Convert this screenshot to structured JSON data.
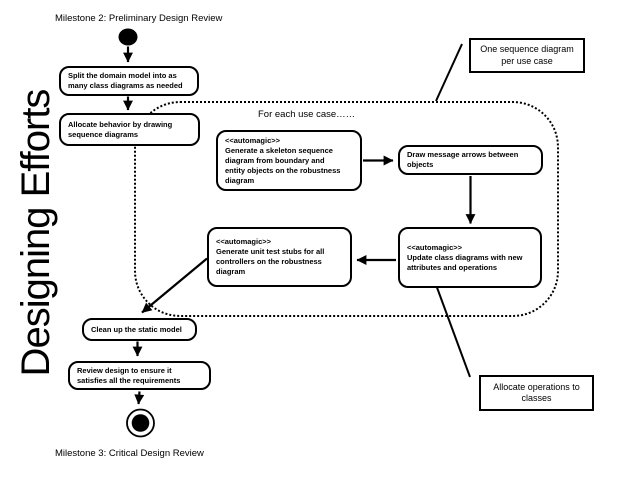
{
  "title": "Designing Efforts",
  "milestones": {
    "start": "Milestone 2: Preliminary Design Review",
    "end": "Milestone 3: Critical Design Review"
  },
  "region": {
    "label": "For each use case……"
  },
  "activities": {
    "split": "Split the domain model into as\nmany class diagrams as needed",
    "allocate": "Allocate behavior by drawing\nsequence diagrams",
    "skeleton": {
      "stereotype": "<<automagic>>",
      "text": "Generate a skeleton sequence\ndiagram from boundary and\nentity objects on the robustness\ndiagram"
    },
    "draw": "Draw message arrows between\nobjects",
    "update": {
      "stereotype": "<<automagic>>",
      "text": "Update class diagrams with new\nattributes and operations"
    },
    "stubs": {
      "stereotype": "<<automagic>>",
      "text": "Generate unit test stubs for all\ncontrollers on the robustness\ndiagram"
    },
    "cleanup": "Clean up the static model",
    "review": "Review design to ensure it\nsatisfies all the requirements"
  },
  "notes": {
    "one_sequence": "One sequence diagram\nper use case",
    "allocate_ops": "Allocate operations to\nclasses"
  },
  "colors": {
    "ink": "#000000",
    "background": "#ffffff"
  }
}
